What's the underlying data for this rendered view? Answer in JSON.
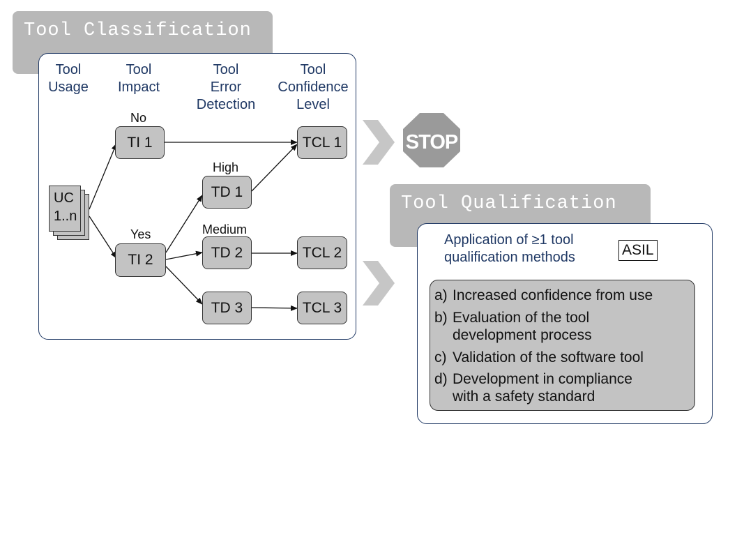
{
  "classification": {
    "title": "Tool Classification",
    "headers": {
      "usage": [
        "Tool",
        "Usage"
      ],
      "impact": [
        "Tool",
        "Impact"
      ],
      "error_detection": [
        "Tool",
        "Error",
        "Detection"
      ],
      "confidence": [
        "Tool",
        "Confidence",
        "Level"
      ]
    },
    "usage_node": [
      "UC",
      "1..n"
    ],
    "nodes": {
      "ti1": "TI 1",
      "ti2": "TI 2",
      "td1": "TD 1",
      "td2": "TD 2",
      "td3": "TD 3",
      "tcl1": "TCL 1",
      "tcl2": "TCL 2",
      "tcl3": "TCL 3"
    },
    "edge_labels": {
      "no": "No",
      "yes": "Yes",
      "high": "High",
      "medium": "Medium"
    }
  },
  "stop_sign": {
    "text": "STOP",
    "color": "#9a9a9a"
  },
  "qualification": {
    "title": "Tool Qualification",
    "intro": [
      "Application of ≥1 tool",
      "qualification methods"
    ],
    "asil": "ASIL",
    "methods": [
      {
        "prefix": "a)",
        "lines": [
          "Increased confidence from use"
        ]
      },
      {
        "prefix": "b)",
        "lines": [
          "Evaluation of the tool",
          "development process"
        ]
      },
      {
        "prefix": "c)",
        "lines": [
          "Validation of the software tool"
        ]
      },
      {
        "prefix": "d)",
        "lines": [
          "Development in compliance",
          "with a safety standard"
        ]
      }
    ]
  },
  "colors": {
    "header_blue": "#1f3864",
    "node_gray": "#c3c3c3",
    "tab_gray": "#b8b8b8",
    "chevron_gray": "#c6c6c6"
  }
}
